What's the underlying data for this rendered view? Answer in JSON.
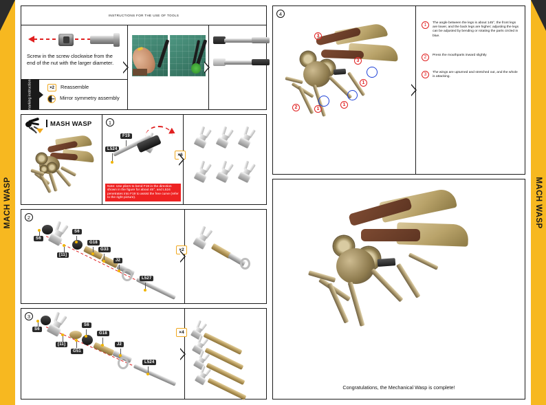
{
  "brand": {
    "side_label": "MACH WASP"
  },
  "tools_section": {
    "header": "INSTRUCTIONS FOR THE USE OF TOOLS",
    "screw_instruction": "Screw in the screw clockwise from the end of the nut with the larger diameter.",
    "marking_tab": "marking instruction",
    "marking_items": [
      {
        "badge": "×2",
        "label": "Reassemble"
      },
      {
        "badge": "mirror-icon",
        "label": "Mirror symmetry assembly"
      }
    ],
    "wrong_mark": "✘",
    "correct_mark": "✔"
  },
  "mash_section": {
    "title": "MASH WASP",
    "step_label": "1",
    "part_labels": [
      "F19",
      "L524"
    ],
    "quantity": "×6",
    "note": "Note: Use pliers to bend F19 in the direction shown in the figure for about 45°, and L524 penetrates into F19 to assist the free curve (refer to the right picture)."
  },
  "step2": {
    "step_label": "2",
    "part_labels": [
      "S6",
      "S6",
      "[11]",
      "G18",
      "G33",
      "J2",
      "L527"
    ],
    "quantity": "×2"
  },
  "step3": {
    "step_label": "3",
    "part_labels": [
      "S6",
      "S6",
      "[11]",
      "G51",
      "G18",
      "J2",
      "L524"
    ],
    "quantity": "×4"
  },
  "final_section": {
    "step_label": "4",
    "notes": [
      {
        "num": "1",
        "text": "The angle between the legs is about 145°, the front legs are lower, and the back legs are higher; adjusting the legs can be adjusted by bending or rotating the parts circled in blue."
      },
      {
        "num": "2",
        "text": "Press the mouthparts inward slightly"
      },
      {
        "num": "3",
        "text": "The wings are upturned and stretched out, and the whole is attacking."
      }
    ],
    "markers": [
      "1",
      "1",
      "1",
      "2",
      "3",
      "3"
    ],
    "congratulations": "Congratulations, the Mechanical Wasp is complete!"
  },
  "colors": {
    "brand_yellow": "#f7b820",
    "accent_red": "#e02020",
    "highlight_blue": "#1c3fd6",
    "frame_black": "#1a1a1a"
  }
}
